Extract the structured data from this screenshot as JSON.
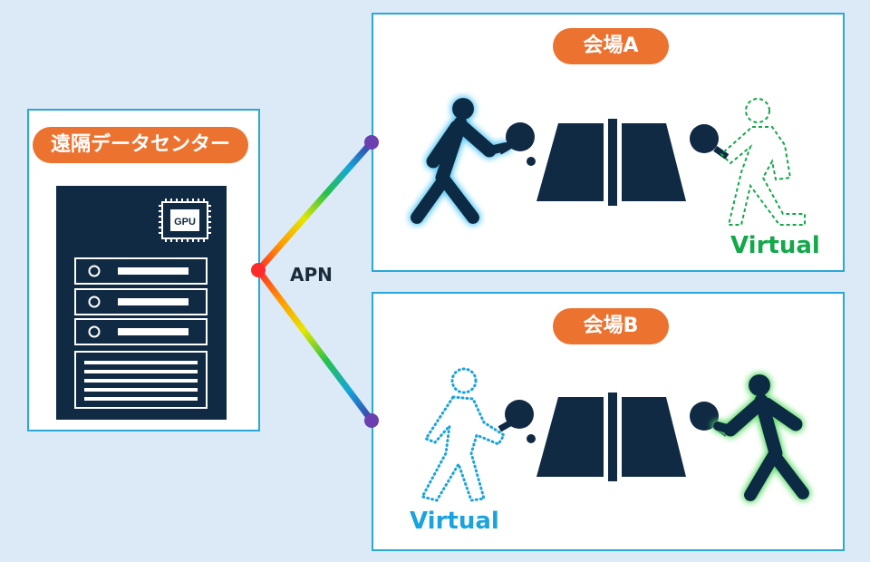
{
  "datacenter": {
    "title": "遠隔データセンター",
    "gpu_label": "GPU"
  },
  "network": {
    "label": "APN"
  },
  "venue_a": {
    "title": "会場A",
    "virtual_label": "Virtual"
  },
  "venue_b": {
    "title": "会場B",
    "virtual_label": "Virtual"
  },
  "colors": {
    "background": "#dce9f7",
    "panel_border": "#2aa8d8",
    "title_pill": "#ec7230",
    "dark_navy": "#102a44",
    "virtual_green": "#13a84a",
    "virtual_blue": "#1aa3dd",
    "endpoint_dot": "#6a3fb0"
  },
  "icons": {
    "server": "server-rack-icon",
    "gpu": "gpu-chip-icon",
    "player": "table-tennis-player-icon",
    "table": "ping-pong-table-icon",
    "paddle": "paddle-icon"
  }
}
